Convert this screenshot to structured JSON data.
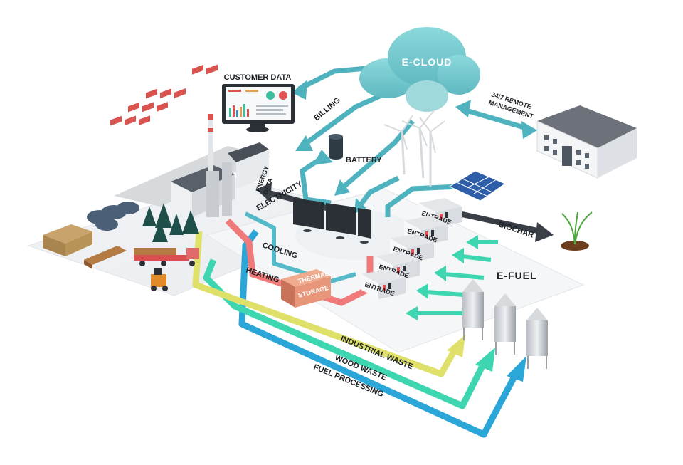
{
  "labels": {
    "e_cloud": "E-CLOUD",
    "customer_data": "CUSTOMER DATA",
    "billing": "BILLING",
    "remote_line1": "24/7 REMOTE",
    "remote_line2": "MANAGEMENT",
    "battery": "BATTERY",
    "energy_line1": "ENERGY",
    "energy_line2": "DATA",
    "electricity": "ELECTRICITY",
    "cooling": "COOLING",
    "heating": "HEATING",
    "thermal_line1": "THERMAL",
    "thermal_line2": "STORAGE",
    "biochar": "BIOCHAR",
    "e_fuel": "E-FUEL",
    "industrial_waste": "INDUSTRIAL WASTE",
    "wood_waste": "WOOD WASTE",
    "fuel_processing": "FUEL PROCESSING",
    "entrade": [
      "ENTRADE",
      "ENTRADE",
      "ENTRADE",
      "ENTRADE",
      "ENTRADE"
    ]
  },
  "colors": {
    "teal_arrow": "#4fb3bf",
    "green_arrow": "#3ed6b0",
    "blue_arrow": "#2aa6d8",
    "yellow_arrow": "#dfe06a",
    "red_arrow": "#f07a7a",
    "dark_arrow": "#3a3f47",
    "cloud": "#7fd0d3",
    "thermal_box": "#e8967a",
    "roof_red": "#d9534f",
    "tree": "#1f4f49"
  }
}
